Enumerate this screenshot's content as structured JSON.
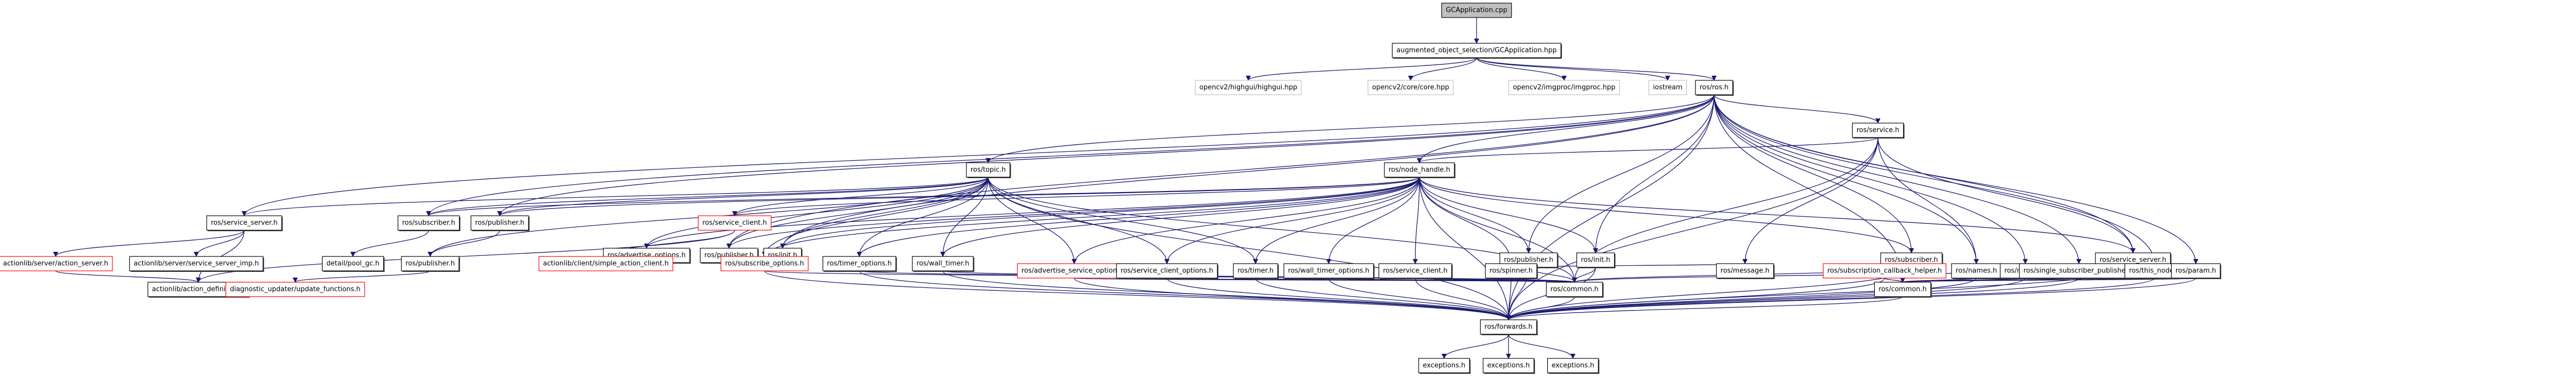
{
  "title": "GCApplication.cpp include dependency graph",
  "colors": {
    "edge": "#191970",
    "root_fill": "#bfbfbf",
    "missing_border": "#bfbfbf",
    "truncated_border": "#ff0000"
  },
  "nodes": [
    {
      "id": "root",
      "label": "GCApplication.cpp",
      "kind": "root"
    },
    {
      "id": "gchpp",
      "label": "augmented_object_selection/GCApplication.hpp",
      "kind": "normal"
    },
    {
      "id": "highgui",
      "label": "opencv2/highgui/highgui.hpp",
      "kind": "ext"
    },
    {
      "id": "core",
      "label": "opencv2/core/core.hpp",
      "kind": "ext"
    },
    {
      "id": "imgproc",
      "label": "opencv2/imgproc/imgproc.hpp",
      "kind": "ext"
    },
    {
      "id": "iostream",
      "label": "iostream",
      "kind": "ext"
    },
    {
      "id": "ros",
      "label": "ros/ros.h",
      "kind": "normal"
    },
    {
      "id": "service",
      "label": "ros/service.h",
      "kind": "normal"
    },
    {
      "id": "topic",
      "label": "ros/topic.h",
      "kind": "normal"
    },
    {
      "id": "nodehandle",
      "label": "ros/node_handle.h",
      "kind": "normal"
    },
    {
      "id": "srvserver_l",
      "label": "ros/service_server.h",
      "kind": "normal"
    },
    {
      "id": "sub_l",
      "label": "ros/subscriber.h",
      "kind": "normal"
    },
    {
      "id": "pub_l",
      "label": "ros/publisher.h",
      "kind": "normal"
    },
    {
      "id": "srvclient_r",
      "label": "ros/service_client.h",
      "kind": "red"
    },
    {
      "id": "advopt_l",
      "label": "ros/advertise_options.h",
      "kind": "normal"
    },
    {
      "id": "pub_m",
      "label": "ros/publisher.h",
      "kind": "normal"
    },
    {
      "id": "init_l",
      "label": "ros/init.h",
      "kind": "normal"
    },
    {
      "id": "pub_c",
      "label": "ros/publisher.h",
      "kind": "normal"
    },
    {
      "id": "init_c",
      "label": "ros/init.h",
      "kind": "normal"
    },
    {
      "id": "sub_c",
      "label": "ros/subscriber.h",
      "kind": "normal"
    },
    {
      "id": "srvserver_c",
      "label": "ros/service_server.h",
      "kind": "normal"
    },
    {
      "id": "as_server",
      "label": "actionlib/server/action_server.h",
      "kind": "red"
    },
    {
      "id": "ss_imp",
      "label": "actionlib/server/service_server_imp.h",
      "kind": "normal"
    },
    {
      "id": "pool_gc",
      "label": "detail/pool_gc.h",
      "kind": "normal"
    },
    {
      "id": "pub_b",
      "label": "ros/publisher.h",
      "kind": "normal"
    },
    {
      "id": "sac",
      "label": "actionlib/client/simple_action_client.h",
      "kind": "red"
    },
    {
      "id": "subopt",
      "label": "ros/subscribe_options.h",
      "kind": "red"
    },
    {
      "id": "timeropt",
      "label": "ros/timer_options.h",
      "kind": "normal"
    },
    {
      "id": "walltimer",
      "label": "ros/wall_timer.h",
      "kind": "normal"
    },
    {
      "id": "advsrvopt",
      "label": "ros/advertise_service_options.h",
      "kind": "red"
    },
    {
      "id": "srvclientopt",
      "label": "ros/service_client_options.h",
      "kind": "normal"
    },
    {
      "id": "timer",
      "label": "ros/timer.h",
      "kind": "normal"
    },
    {
      "id": "walltimeropt",
      "label": "ros/wall_timer_options.h",
      "kind": "normal"
    },
    {
      "id": "srvclient",
      "label": "ros/service_client.h",
      "kind": "normal"
    },
    {
      "id": "spinner",
      "label": "ros/spinner.h",
      "kind": "normal"
    },
    {
      "id": "message",
      "label": "ros/message.h",
      "kind": "normal"
    },
    {
      "id": "subcb",
      "label": "ros/subscription_callback_helper.h",
      "kind": "red"
    },
    {
      "id": "names",
      "label": "ros/names.h",
      "kind": "normal"
    },
    {
      "id": "master",
      "label": "ros/master.h",
      "kind": "normal"
    },
    {
      "id": "ssp",
      "label": "ros/single_subscriber_publisher.h",
      "kind": "normal"
    },
    {
      "id": "thisnode",
      "label": "ros/this_node.h",
      "kind": "normal"
    },
    {
      "id": "param",
      "label": "ros/param.h",
      "kind": "normal"
    },
    {
      "id": "actdef",
      "label": "actionlib/action_definition.h",
      "kind": "normal"
    },
    {
      "id": "diag",
      "label": "diagnostic_updater/update_functions.h",
      "kind": "red"
    },
    {
      "id": "common_l",
      "label": "ros/common.h",
      "kind": "normal"
    },
    {
      "id": "common_r",
      "label": "ros/common.h",
      "kind": "normal"
    },
    {
      "id": "forwards",
      "label": "ros/forwards.h",
      "kind": "normal"
    },
    {
      "id": "exc1",
      "label": "exceptions.h",
      "kind": "normal"
    },
    {
      "id": "exc2",
      "label": "exceptions.h",
      "kind": "normal"
    },
    {
      "id": "exc3",
      "label": "exceptions.h",
      "kind": "normal"
    }
  ],
  "edges": [
    [
      "root",
      "gchpp"
    ],
    [
      "gchpp",
      "highgui"
    ],
    [
      "gchpp",
      "core"
    ],
    [
      "gchpp",
      "imgproc"
    ],
    [
      "gchpp",
      "iostream"
    ],
    [
      "gchpp",
      "ros"
    ],
    [
      "ros",
      "service"
    ],
    [
      "ros",
      "topic"
    ],
    [
      "ros",
      "nodehandle"
    ],
    [
      "ros",
      "srvserver_l"
    ],
    [
      "ros",
      "sub_l"
    ],
    [
      "ros",
      "pub_l"
    ],
    [
      "ros",
      "pub_c"
    ],
    [
      "ros",
      "init_c"
    ],
    [
      "ros",
      "sub_c"
    ],
    [
      "ros",
      "srvserver_c"
    ],
    [
      "ros",
      "names"
    ],
    [
      "ros",
      "master"
    ],
    [
      "ros",
      "ssp"
    ],
    [
      "ros",
      "thisnode"
    ],
    [
      "ros",
      "param"
    ],
    [
      "ros",
      "common_r"
    ],
    [
      "ros",
      "forwards"
    ],
    [
      "ros",
      "init_l"
    ],
    [
      "ros",
      "pub_m"
    ],
    [
      "service",
      "nodehandle"
    ],
    [
      "service",
      "common_l"
    ],
    [
      "service",
      "message"
    ],
    [
      "service",
      "names"
    ],
    [
      "service",
      "srvserver_c"
    ],
    [
      "service",
      "forwards"
    ],
    [
      "topic",
      "srvserver_l"
    ],
    [
      "topic",
      "sub_l"
    ],
    [
      "topic",
      "pub_l"
    ],
    [
      "topic",
      "srvclient_r"
    ],
    [
      "topic",
      "advopt_l"
    ],
    [
      "topic",
      "pub_m"
    ],
    [
      "topic",
      "init_l"
    ],
    [
      "topic",
      "subopt"
    ],
    [
      "topic",
      "timeropt"
    ],
    [
      "topic",
      "walltimer"
    ],
    [
      "topic",
      "advsrvopt"
    ],
    [
      "topic",
      "srvclientopt"
    ],
    [
      "topic",
      "timer"
    ],
    [
      "topic",
      "common_l"
    ],
    [
      "topic",
      "forwards"
    ],
    [
      "topic",
      "pub_b"
    ],
    [
      "nodehandle",
      "pub_c"
    ],
    [
      "nodehandle",
      "init_c"
    ],
    [
      "nodehandle",
      "sub_c"
    ],
    [
      "nodehandle",
      "srvserver_c"
    ],
    [
      "nodehandle",
      "subopt"
    ],
    [
      "nodehandle",
      "timeropt"
    ],
    [
      "nodehandle",
      "walltimer"
    ],
    [
      "nodehandle",
      "advsrvopt"
    ],
    [
      "nodehandle",
      "srvclientopt"
    ],
    [
      "nodehandle",
      "timer"
    ],
    [
      "nodehandle",
      "walltimeropt"
    ],
    [
      "nodehandle",
      "srvclient"
    ],
    [
      "nodehandle",
      "spinner"
    ],
    [
      "nodehandle",
      "common_l"
    ],
    [
      "nodehandle",
      "forwards"
    ],
    [
      "nodehandle",
      "pub_m"
    ],
    [
      "nodehandle",
      "init_l"
    ],
    [
      "nodehandle",
      "advopt_l"
    ],
    [
      "nodehandle",
      "sub_l"
    ],
    [
      "nodehandle",
      "pub_l"
    ],
    [
      "nodehandle",
      "srvclient_r"
    ],
    [
      "srvserver_l",
      "as_server"
    ],
    [
      "srvserver_l",
      "ss_imp"
    ],
    [
      "srvserver_l",
      "actdef"
    ],
    [
      "sub_l",
      "pool_gc"
    ],
    [
      "pub_l",
      "pub_b"
    ],
    [
      "pub_b",
      "diag"
    ],
    [
      "as_server",
      "actdef"
    ],
    [
      "srvclient_r",
      "sac"
    ],
    [
      "srvclient_r",
      "actdef"
    ],
    [
      "pub_c",
      "common_l"
    ],
    [
      "pub_c",
      "forwards"
    ],
    [
      "pub_c",
      "message"
    ],
    [
      "init_c",
      "common_l"
    ],
    [
      "init_c",
      "forwards"
    ],
    [
      "sub_c",
      "common_l"
    ],
    [
      "sub_c",
      "subcb"
    ],
    [
      "sub_c",
      "forwards"
    ],
    [
      "srvserver_c",
      "common_l"
    ],
    [
      "srvserver_c",
      "forwards"
    ],
    [
      "subopt",
      "common_l"
    ],
    [
      "subopt",
      "forwards"
    ],
    [
      "timeropt",
      "common_l"
    ],
    [
      "timeropt",
      "forwards"
    ],
    [
      "walltimer",
      "common_l"
    ],
    [
      "walltimer",
      "forwards"
    ],
    [
      "advsrvopt",
      "common_l"
    ],
    [
      "advsrvopt",
      "forwards"
    ],
    [
      "srvclientopt",
      "common_l"
    ],
    [
      "srvclientopt",
      "forwards"
    ],
    [
      "timer",
      "common_l"
    ],
    [
      "timer",
      "forwards"
    ],
    [
      "walltimeropt",
      "common_l"
    ],
    [
      "walltimeropt",
      "forwards"
    ],
    [
      "srvclient",
      "common_l"
    ],
    [
      "srvclient",
      "forwards"
    ],
    [
      "spinner",
      "common_l"
    ],
    [
      "spinner",
      "forwards"
    ],
    [
      "subcb",
      "common_r"
    ],
    [
      "subcb",
      "forwards"
    ],
    [
      "names",
      "common_r"
    ],
    [
      "names",
      "forwards"
    ],
    [
      "master",
      "common_r"
    ],
    [
      "master",
      "forwards"
    ],
    [
      "ssp",
      "common_r"
    ],
    [
      "ssp",
      "forwards"
    ],
    [
      "thisnode",
      "common_r"
    ],
    [
      "thisnode",
      "forwards"
    ],
    [
      "param",
      "common_r"
    ],
    [
      "param",
      "forwards"
    ],
    [
      "common_l",
      "forwards"
    ],
    [
      "common_r",
      "forwards"
    ],
    [
      "forwards",
      "exc1"
    ],
    [
      "forwards",
      "exc2"
    ],
    [
      "forwards",
      "exc3"
    ]
  ]
}
